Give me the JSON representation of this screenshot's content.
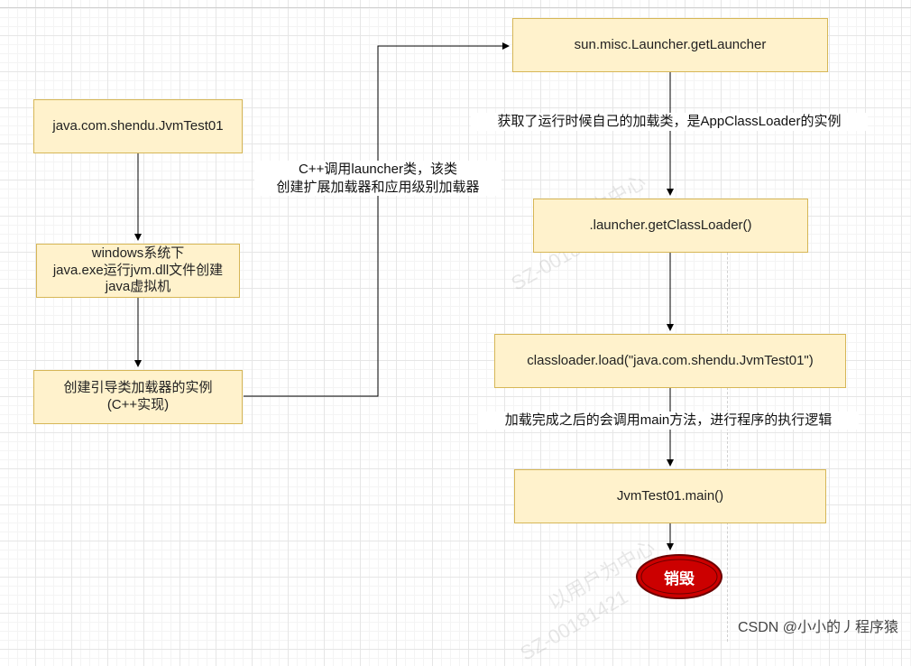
{
  "nodes": {
    "start": "java.com.shendu.JvmTest01",
    "create_jvm": "windows系统下\njava.exe运行jvm.dll文件创建\njava虚拟机",
    "bootstrap": "创建引导类加载器的实例\n(C++实现)",
    "get_launcher": "sun.misc.Launcher.getLauncher",
    "get_class_loader": ".launcher.getClassLoader()",
    "load_class": "classloader.load(\"java.com.shendu.JvmTest01\")",
    "main": "JvmTest01.main()",
    "destroy": "销毁"
  },
  "edge_labels": {
    "to_launcher": "C++调用launcher类，该类\n创建扩展加载器和应用级别加载器",
    "launcher_to_loader": "获取了运行时候自己的加载类，是AppClassLoader的实例",
    "load_to_main": "加载完成之后的会调用main方法，进行程序的执行逻辑"
  },
  "watermarks": {
    "line1": "以用户为中心",
    "line2": "SZ-00181421",
    "line3": "以用户为中心",
    "line4": "SZ-00181421"
  },
  "credit": "CSDN @小小的丿程序猿",
  "colors": {
    "node_fill": "#fff2cc",
    "node_border": "#d6b656",
    "terminator_fill": "#cc0000",
    "terminator_border": "#6b0000"
  }
}
